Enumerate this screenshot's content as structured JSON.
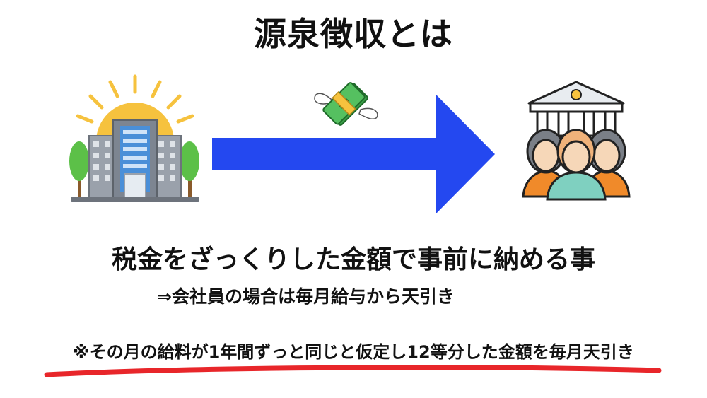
{
  "title": "源泉徴収とは",
  "main_text": "税金をざっくりした金額で事前に納める事",
  "sub_text": "⇒会社員の場合は毎月給与から天引き",
  "note_text": "※その月の給料が1年間ずっと同じと仮定し12等分した金額を毎月天引き",
  "icons": {
    "left": "company-building-icon",
    "middle": "flying-money-icon",
    "right": "bank-people-icon"
  },
  "colors": {
    "arrow": "#2448f0",
    "underline": "#e8262a",
    "sun": "#f6c23e",
    "tree": "#5cc048"
  }
}
